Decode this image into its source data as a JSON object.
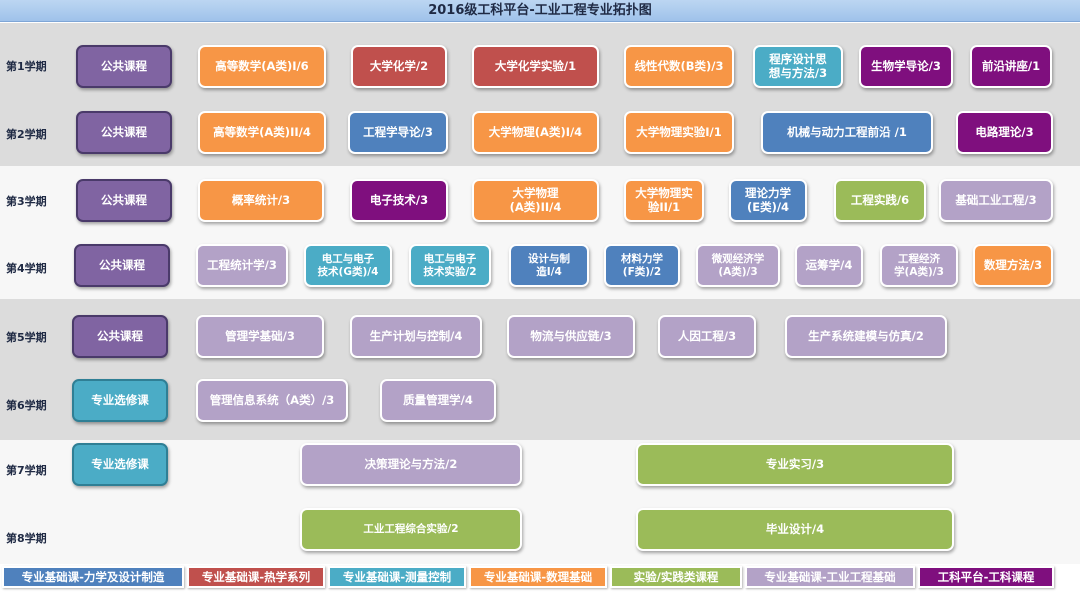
{
  "title": "2016级工科平台-工业工程专业拓扑图",
  "semesters": [
    "第1学期",
    "第2学期",
    "第3学期",
    "第4学期",
    "第5学期",
    "第6学期",
    "第7学期",
    "第8学期"
  ],
  "sem1": {
    "public": "公共课程",
    "c1": "高等数学(A类)I/6",
    "c2": "大学化学/2",
    "c3": "大学化学实验/1",
    "c4": "线性代数(B类)/3",
    "c5": "程序设计思\n想与方法/3",
    "c6": "生物学导论/3",
    "c7": "前沿讲座/1"
  },
  "sem2": {
    "public": "公共课程",
    "c1": "高等数学(A类)II/4",
    "c2": "工程学导论/3",
    "c3": "大学物理(A类)I/4",
    "c4": "大学物理实验I/1",
    "c5": "机械与动力工程前沿 /1",
    "c6": "电路理论/3"
  },
  "sem3": {
    "public": "公共课程",
    "c1": "概率统计/3",
    "c2": "电子技术/3",
    "c3": "大学物理\n(A类)II/4",
    "c4": "大学物理实\n验II/1",
    "c5": "理论力学\n(E类)/4",
    "c6": "工程实践/6",
    "c7": "基础工业工程/3"
  },
  "sem4": {
    "public": "公共课程",
    "c1": "工程统计学/3",
    "c2": "电工与电子\n技术(G类)/4",
    "c3": "电工与电子\n技术实验/2",
    "c4": "设计与制\n造I/4",
    "c5": "材料力学\n(F类)/2",
    "c6": "微观经济学\n(A类)/3",
    "c7": "运筹学/4",
    "c8": "工程经济\n学(A类)/3",
    "c9": "数理方法/3"
  },
  "sem5": {
    "public": "公共课程",
    "c1": "管理学基础/3",
    "c2": "生产计划与控制/4",
    "c3": "物流与供应链/3",
    "c4": "人因工程/3",
    "c5": "生产系统建模与仿真/2"
  },
  "sem6": {
    "elective": "专业选修课",
    "c1": "管理信息系统（A类）/3",
    "c2": "质量管理学/4"
  },
  "sem7": {
    "elective": "专业选修课",
    "c1": "决策理论与方法/2",
    "c2": "专业实习/3"
  },
  "sem8": {
    "c1": "工业工程综合实验/2",
    "c2": "毕业设计/4"
  },
  "legend": [
    {
      "label": "专业基础课-力学及设计制造",
      "color": "#4f81bd"
    },
    {
      "label": "专业基础课-热学系列",
      "color": "#c0504d"
    },
    {
      "label": "专业基础课-测量控制",
      "color": "#4bacc6"
    },
    {
      "label": "专业基础课-数理基础",
      "color": "#f79646"
    },
    {
      "label": "实验/实践类课程",
      "color": "#9bbb59"
    },
    {
      "label": "专业基础课-工业工程基础",
      "color": "#b3a2c7"
    },
    {
      "label": "工科平台-工科课程",
      "color": "#7f0f7e"
    }
  ]
}
